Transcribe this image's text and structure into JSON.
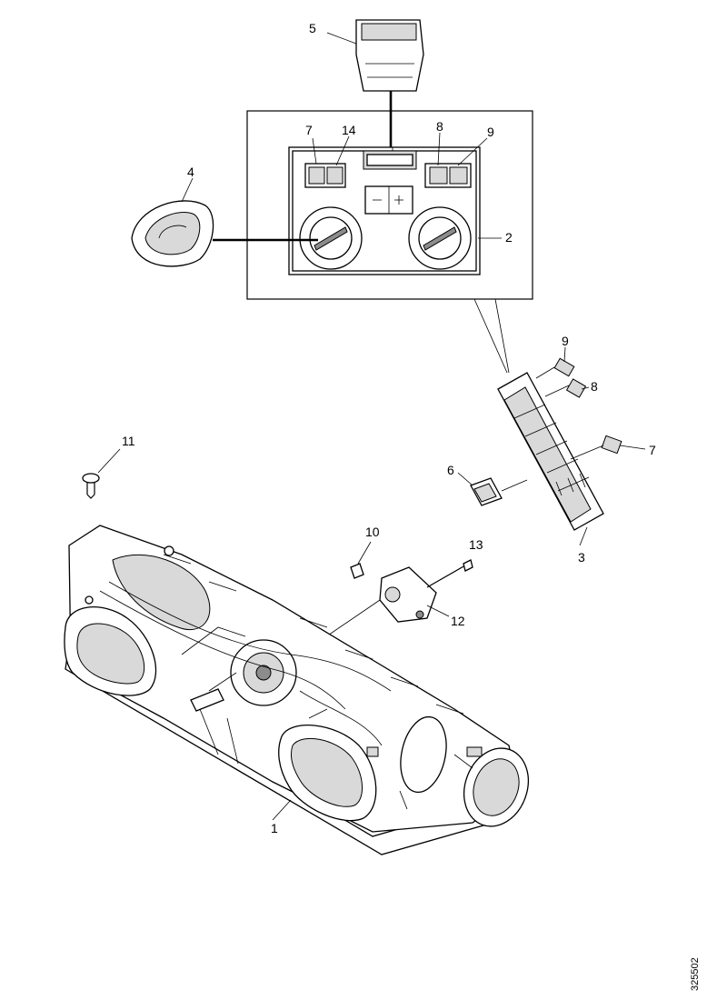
{
  "callouts": {
    "c1": "1",
    "c2": "2",
    "c3": "3",
    "c4": "4",
    "c5": "5",
    "c6": "6",
    "c7a": "7",
    "c7b": "7",
    "c8a": "8",
    "c8b": "8",
    "c9a": "9",
    "c9b": "9",
    "c10": "10",
    "c11": "11",
    "c12": "12",
    "c13": "13",
    "c14": "14"
  },
  "drawing_number": "325502"
}
